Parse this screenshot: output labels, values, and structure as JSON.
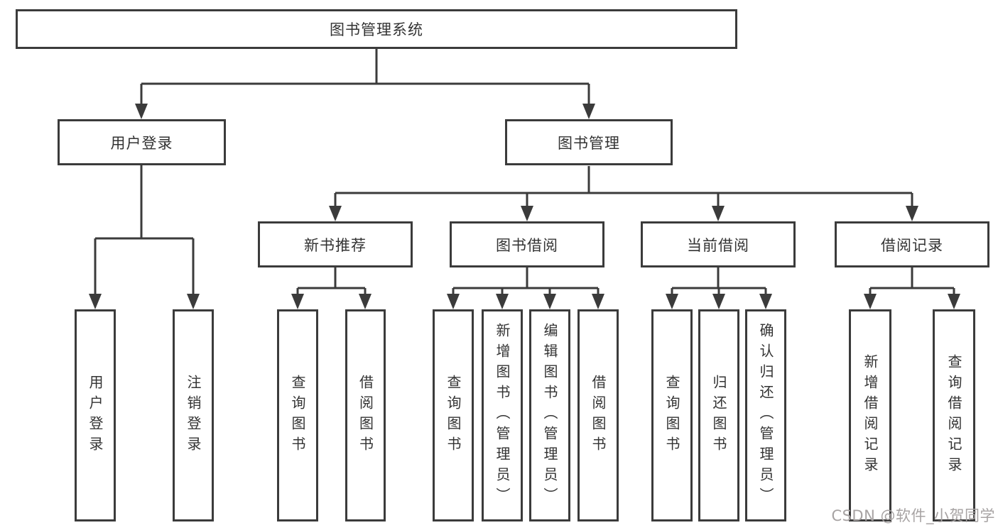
{
  "diagram": {
    "type": "hierarchy-tree",
    "root": {
      "label": "图书管理系统"
    },
    "level2": [
      {
        "label": "用户登录"
      },
      {
        "label": "图书管理"
      }
    ],
    "level3": [
      {
        "label": "新书推荐"
      },
      {
        "label": "图书借阅"
      },
      {
        "label": "当前借阅"
      },
      {
        "label": "借阅记录"
      }
    ],
    "leaves": {
      "user_login": [
        {
          "label": "用户登录"
        },
        {
          "label": "注销登录"
        }
      ],
      "new_book_recommend": [
        {
          "label": "查询图书"
        },
        {
          "label": "借阅图书"
        }
      ],
      "book_borrow": [
        {
          "label": "查询图书"
        },
        {
          "label": "新增图书（管理员）"
        },
        {
          "label": "编辑图书（管理员）"
        },
        {
          "label": "借阅图书"
        }
      ],
      "current_borrow": [
        {
          "label": "查询图书"
        },
        {
          "label": "归还图书"
        },
        {
          "label": "确认归还（管理员）"
        }
      ],
      "borrow_records": [
        {
          "label": "新增借阅记录"
        },
        {
          "label": "查询借阅记录"
        }
      ]
    }
  },
  "watermark": {
    "text": "CSDN @软件_小贺同学"
  },
  "colors": {
    "line": "#3b3b3b",
    "text": "#333333",
    "background": "#ffffff",
    "watermark": "#a7a3a3"
  }
}
